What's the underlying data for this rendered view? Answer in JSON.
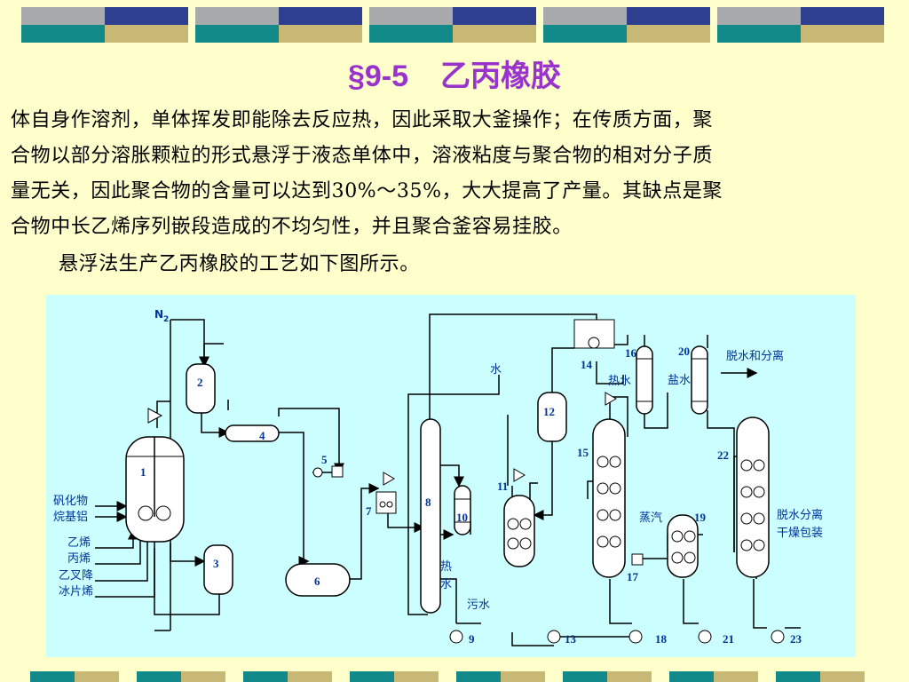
{
  "title": {
    "prefix": "§9-5",
    "text": "乙丙橡胶"
  },
  "paragraph": {
    "lines": [
      "体自身作溶剂，单体挥发即能除去反应热，因此采取大釜操作；在传质方面，聚",
      "合物以部分溶胀颗粒的形式悬浮于液态单体中，溶液粘度与聚合物的相对分子质",
      "量无关，因此聚合物的含量可以达到30%～35%，大大提高了产量。其缺点是聚",
      "合物中长乙烯序列嵌段造成的不均匀性，并且聚合釜容易挂胶。"
    ],
    "second": "悬浮法生产乙丙橡胶的工艺如下图所示。"
  },
  "diagram": {
    "n2": "N",
    "n2_sub": "2",
    "feeds": {
      "catalyst_line1": "矾化物",
      "catalyst_line2": "烷基铝",
      "ethylene": "乙烯",
      "propylene": "丙烯",
      "enb": "乙叉降",
      "norbornene": "冰片烯"
    },
    "streams": {
      "water": "水",
      "hot_water_8": "热",
      "hot_water_8b": "水",
      "waste_water": "污水",
      "hot_water_16": "热水",
      "salt_water": "盐水",
      "steam": "蒸汽",
      "dewater_separate": "脱水和分离",
      "dewater_line1": "脱水分离",
      "dewater_line2": "干燥包装"
    },
    "units": [
      "1",
      "2",
      "3",
      "4",
      "5",
      "6",
      "7",
      "8",
      "9",
      "10",
      "11",
      "12",
      "13",
      "14",
      "15",
      "16",
      "17",
      "18",
      "19",
      "20",
      "21",
      "22",
      "23"
    ]
  },
  "colors": {
    "background": "#ffffcc",
    "title": "#9933cc",
    "diagram_bg": "#ccffff",
    "diagram_labels": "#003399",
    "equipment": "#ffffff",
    "lines": "#000000",
    "deco_navy": "#2e3f8f",
    "deco_teal": "#128a8a",
    "deco_tan": "#c8b876",
    "deco_gray": "#a7a9ab"
  }
}
